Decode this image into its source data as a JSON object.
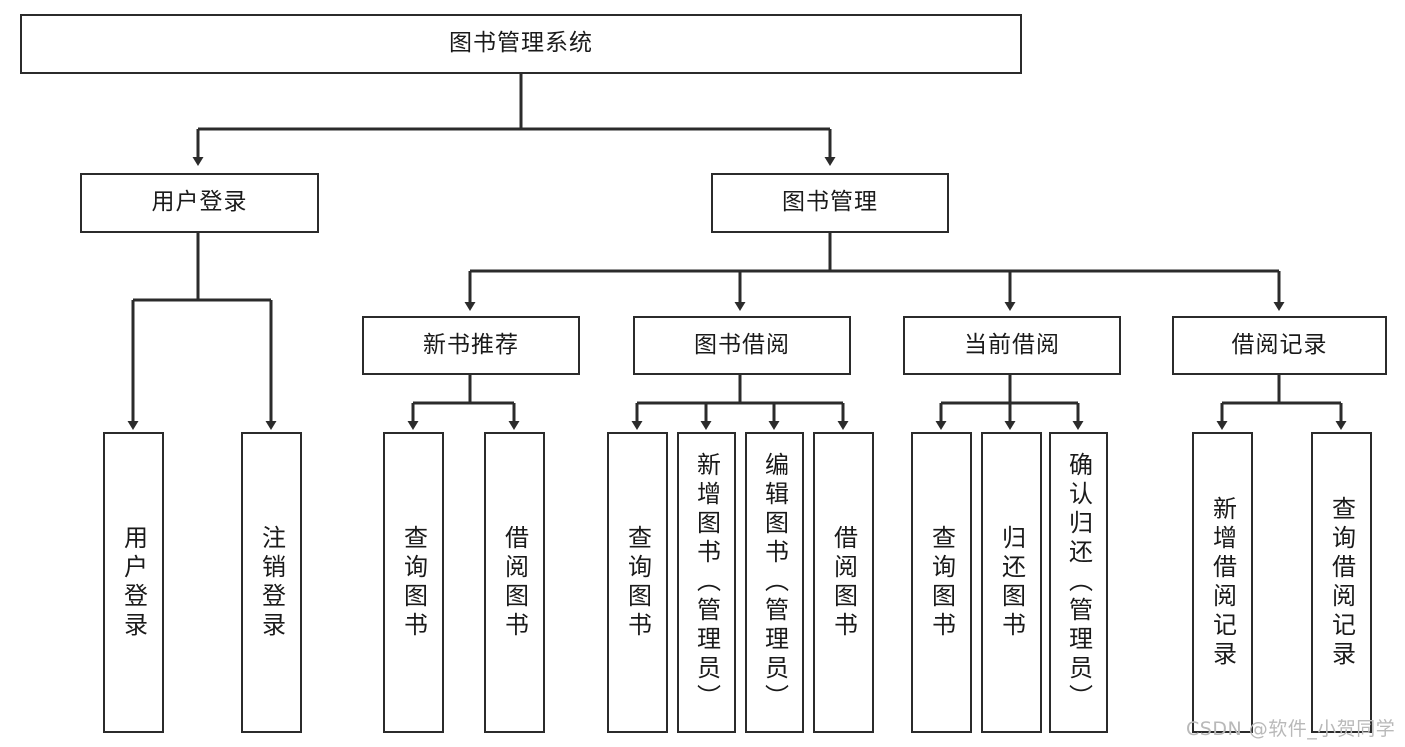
{
  "diagram": {
    "title": "图书管理系统",
    "type": "tree-hierarchy-diagram",
    "watermark": "CSDN @软件_小贺同学",
    "root": {
      "label": "图书管理系统"
    },
    "level2": [
      {
        "label": "用户登录"
      },
      {
        "label": "图书管理"
      }
    ],
    "level3": [
      {
        "label": "新书推荐"
      },
      {
        "label": "图书借阅"
      },
      {
        "label": "当前借阅"
      },
      {
        "label": "借阅记录"
      }
    ],
    "leaves": {
      "user_login": [
        {
          "label": "用户登录"
        },
        {
          "label": "注销登录"
        }
      ],
      "new_book_recommend": [
        {
          "label": "查询图书"
        },
        {
          "label": "借阅图书"
        }
      ],
      "book_borrow": [
        {
          "label": "查询图书"
        },
        {
          "label": "新增图书（管理员）"
        },
        {
          "label": "编辑图书（管理员）"
        },
        {
          "label": "借阅图书"
        }
      ],
      "current_borrow": [
        {
          "label": "查询图书"
        },
        {
          "label": "归还图书"
        },
        {
          "label": "确认归还（管理员）"
        }
      ],
      "borrow_record": [
        {
          "label": "新增借阅记录"
        },
        {
          "label": "查询借阅记录"
        }
      ]
    },
    "colors": {
      "stroke": "#2b2b2b",
      "fill": "#ffffff",
      "text": "#1a1a1a",
      "watermark": "#b9b9b9"
    }
  }
}
